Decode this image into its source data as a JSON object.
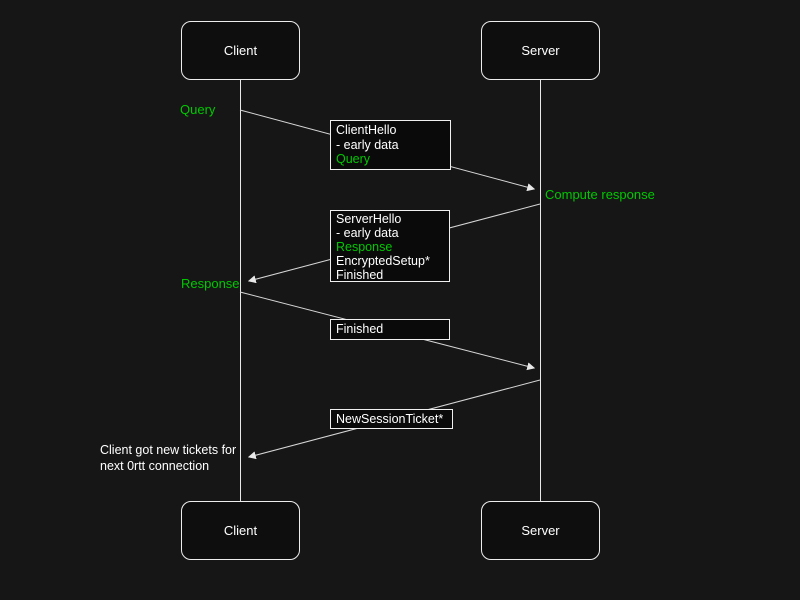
{
  "diagram": {
    "type": "sequence",
    "participants": {
      "left": "Client",
      "right": "Server"
    },
    "side_labels": {
      "query": "Query",
      "compute_response": "Compute response",
      "response": "Response"
    },
    "message_boxes": {
      "client_hello": {
        "lines": [
          "ClientHello",
          "- early data",
          "Query"
        ]
      },
      "server_hello": {
        "lines": [
          "ServerHello",
          "- early data",
          "Response",
          "EncryptedSetup*",
          "Finished"
        ]
      },
      "finished": {
        "lines": [
          "Finished"
        ]
      },
      "new_session_ticket": {
        "lines": [
          "NewSessionTicket*"
        ]
      }
    },
    "note": {
      "line1": "Client got new tickets for",
      "line2": "next 0rtt connection"
    }
  },
  "colors": {
    "background": "#161616",
    "box_fill": "#0a0a0a",
    "border": "#ededed",
    "text": "#ffffff",
    "accent_green": "#00c800",
    "line": "#d6d6d6"
  }
}
